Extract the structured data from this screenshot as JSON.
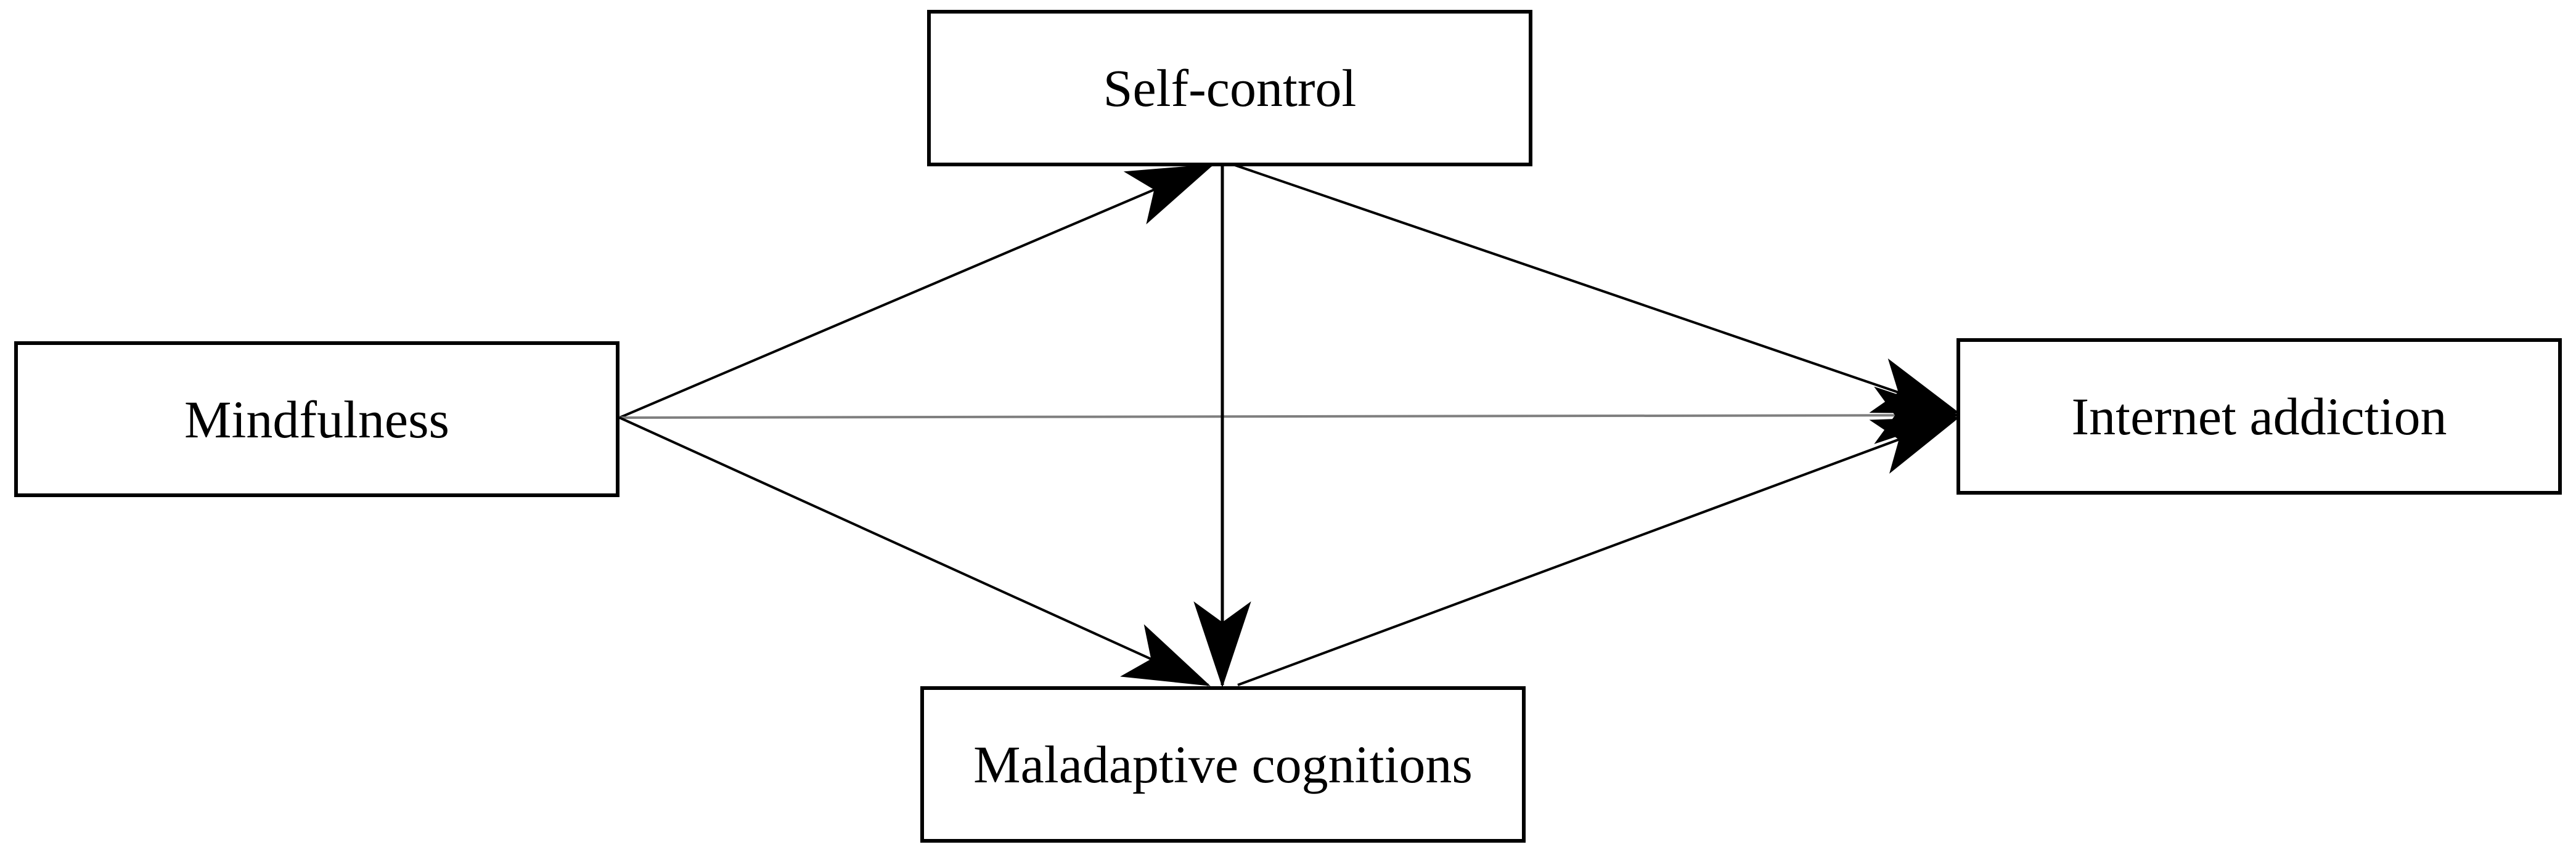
{
  "diagram": {
    "type": "path-model",
    "background_color": "#ffffff",
    "nodes": {
      "mindfulness": {
        "label": "Mindfulness"
      },
      "self_control": {
        "label": "Self-control"
      },
      "maladaptive": {
        "label": "Maladaptive cognitions"
      },
      "internet": {
        "label": "Internet addiction"
      }
    },
    "edges": [
      {
        "from": "Mindfulness",
        "to": "Self-control",
        "style": "solid-black"
      },
      {
        "from": "Mindfulness",
        "to": "Internet addiction",
        "style": "solid-gray-direct-path"
      },
      {
        "from": "Mindfulness",
        "to": "Maladaptive cognitions",
        "style": "solid-black"
      },
      {
        "from": "Self-control",
        "to": "Maladaptive cognitions",
        "style": "solid-black"
      },
      {
        "from": "Self-control",
        "to": "Internet addiction",
        "style": "solid-black"
      },
      {
        "from": "Maladaptive cognitions",
        "to": "Internet addiction",
        "style": "solid-black"
      }
    ],
    "colors": {
      "box_border": "#000000",
      "text": "#000000",
      "arrow_line": "#000000",
      "arrowhead": "#000000",
      "direct_path_line": "#7f7f7f"
    }
  }
}
